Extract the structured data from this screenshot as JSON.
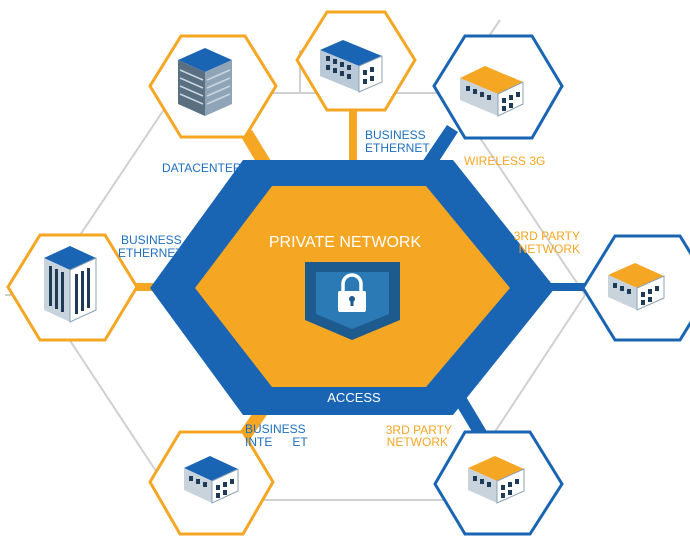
{
  "center": {
    "title": "PRIVATE NETWORK",
    "ring_label": "ACCESS",
    "lock_icon": "lock-icon"
  },
  "labels": {
    "datacenter": "DATACENTER",
    "business_ethernet_top_1": "BUSINESS",
    "business_ethernet_top_2": "ETHERNET",
    "wireless": "WIRELESS 3G",
    "third_party_right_1": "3RD PARTY",
    "third_party_right_2": "NETWORK",
    "business_ethernet_left_1": "BUSINESS",
    "business_ethernet_left_2": "ETHERNET",
    "business_internet_1": "BUSINESS",
    "business_internet_2": "INTE      ET",
    "third_party_bottom_1": "3RD PARTY",
    "third_party_bottom_2": "NETWORK"
  },
  "colors": {
    "primary_blue": "#1a64b4",
    "accent_orange": "#f5a623",
    "outline_gray": "#d0d0d0",
    "shield_teal": "#2c5f7c"
  },
  "nodes": [
    {
      "id": "datacenter",
      "border": "orange",
      "icon": "server-rack-icon"
    },
    {
      "id": "top-office",
      "border": "orange",
      "icon": "office-building-icon"
    },
    {
      "id": "wireless-office",
      "border": "blue",
      "icon": "office-building-icon"
    },
    {
      "id": "left-tower",
      "border": "orange",
      "icon": "tower-building-icon"
    },
    {
      "id": "right-office",
      "border": "blue",
      "icon": "office-building-icon"
    },
    {
      "id": "bottom-left-office",
      "border": "orange",
      "icon": "office-building-icon"
    },
    {
      "id": "bottom-right-office",
      "border": "blue",
      "icon": "office-building-icon"
    }
  ]
}
